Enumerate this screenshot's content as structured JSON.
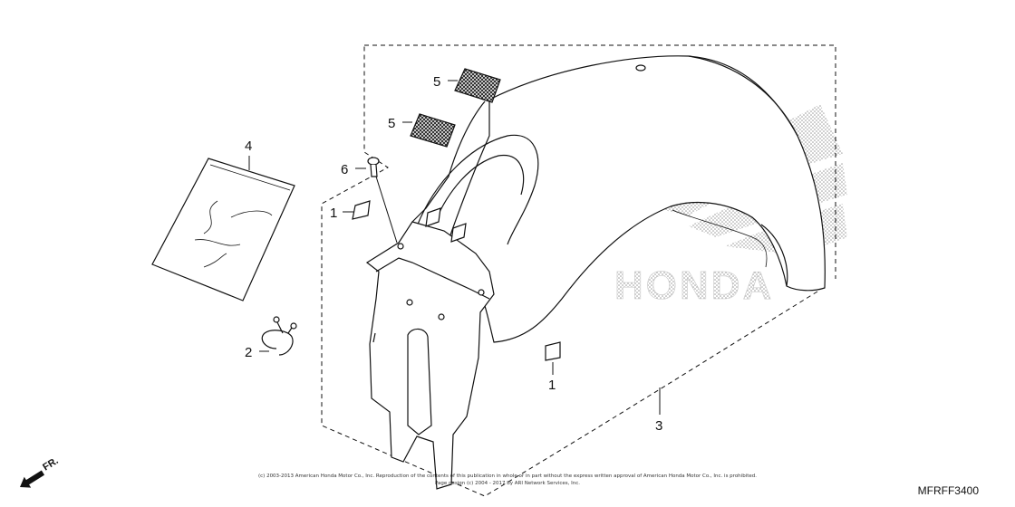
{
  "callouts": {
    "c1a": "1",
    "c1b": "1",
    "c2": "2",
    "c3": "3",
    "c4": "4",
    "c5a": "5",
    "c5b": "5",
    "c6": "6"
  },
  "diagram_code": "MFRFF3400",
  "direction_label": "FR.",
  "watermark_logo_text": "HONDA",
  "copyright": {
    "line1": "(c) 2003-2013 American Honda Motor Co., Inc. Reproduction of the contents of this publication in whole or in part without the express written approval of American Honda Motor Co., Inc. is prohibited.",
    "line2": "Page design (c) 2004 - 2017 by ARI Network Services, Inc."
  }
}
